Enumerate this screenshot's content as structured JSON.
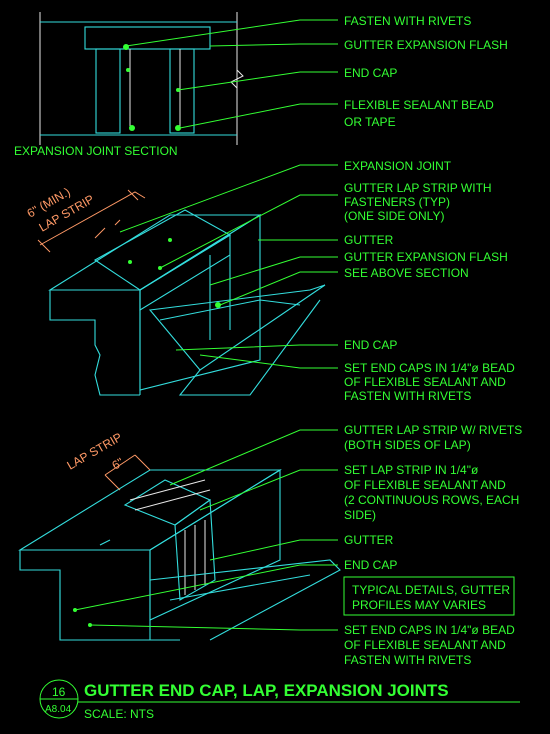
{
  "section_caption": "EXPANSION JOINT SECTION",
  "section_callouts": [
    "FASTEN WITH RIVETS",
    "GUTTER EXPANSION FLASH",
    "END CAP",
    "FLEXIBLE SEALANT BEAD",
    "OR TAPE"
  ],
  "middle_callouts": [
    "EXPANSION JOINT",
    "GUTTER LAP STRIP WITH",
    "FASTENERS (TYP)",
    "(ONE SIDE ONLY)",
    "GUTTER",
    "GUTTER EXPANSION FLASH",
    "SEE ABOVE SECTION",
    "END CAP",
    "SET END CAPS IN 1/4\"ø BEAD",
    "OF FLEXIBLE SEALANT AND",
    "FASTEN WITH RIVETS"
  ],
  "middle_dims": [
    "6\" (MIN.)",
    "LAP STRIP"
  ],
  "lower_callouts": [
    "GUTTER LAP STRIP W/ RIVETS",
    "(BOTH SIDES OF LAP)",
    "SET LAP STRIP IN 1/4\"ø",
    "OF FLEXIBLE SEALANT AND",
    "(2 CONTINUOUS ROWS, EACH",
    "SIDE)",
    "GUTTER",
    "END CAP",
    "SET END CAPS IN 1/4\"ø BEAD",
    "OF FLEXIBLE SEALANT AND",
    "FASTEN WITH RIVETS"
  ],
  "lower_dims": [
    "LAP STRIP",
    "6\""
  ],
  "note_box": [
    "TYPICAL DETAILS, GUTTER",
    "PROFILES MAY VARIES"
  ],
  "title_block": {
    "detail_number": "16",
    "sheet": "A8.04",
    "title": "GUTTER END CAP, LAP, EXPANSION JOINTS",
    "scale": "SCALE: NTS"
  }
}
